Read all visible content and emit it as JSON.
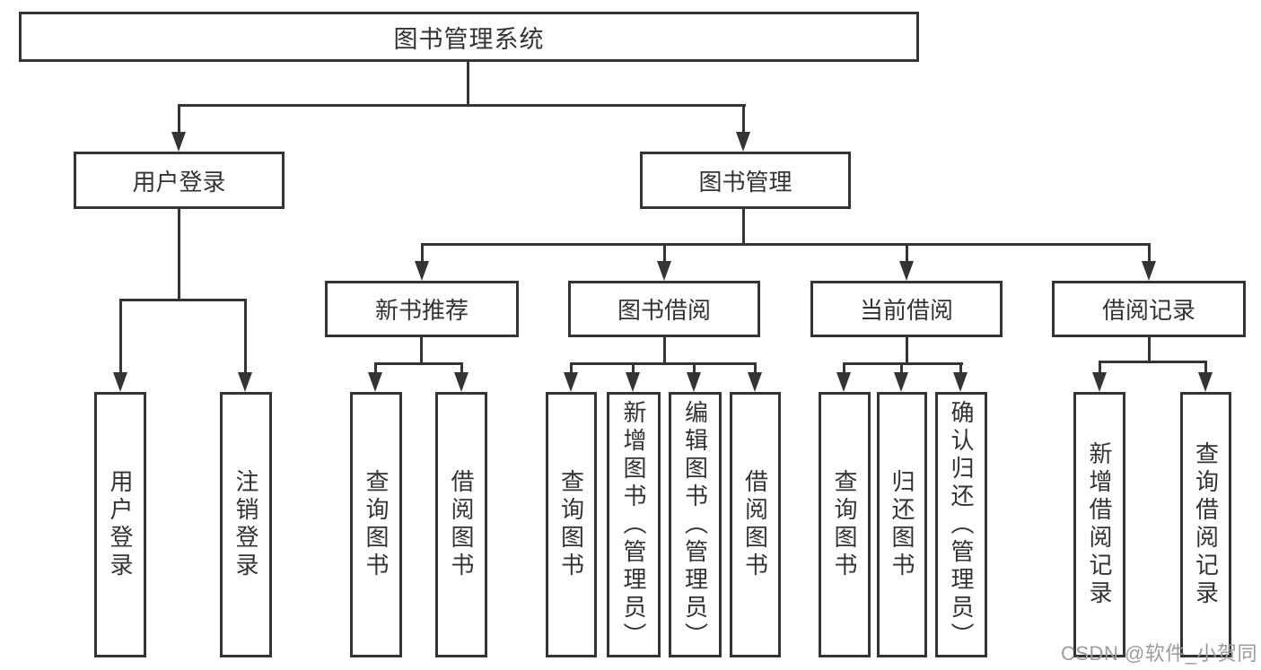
{
  "diagram": {
    "title": "图书管理系统",
    "branches": [
      {
        "label": "用户登录",
        "leaves": [
          "用户登录",
          "注销登录"
        ]
      },
      {
        "label": "图书管理",
        "groups": [
          {
            "label": "新书推荐",
            "leaves": [
              "查询图书",
              "借阅图书"
            ]
          },
          {
            "label": "图书借阅",
            "leaves": [
              "查询图书",
              "新增图书（管理员）",
              "编辑图书（管理员）",
              "借阅图书"
            ]
          },
          {
            "label": "当前借阅",
            "leaves": [
              "查询图书",
              "归还图书",
              "确认归还（管理员）"
            ]
          },
          {
            "label": "借阅记录",
            "leaves": [
              "新增借阅记录",
              "查询借阅记录"
            ]
          }
        ]
      }
    ]
  },
  "watermark": {
    "text": "CSDN @软件_小贺同学"
  },
  "colors": {
    "line": "#343434",
    "text": "#333333",
    "box_background": "#ffffff",
    "watermark": "#9c9c9c",
    "page_background": "#ffffff"
  }
}
